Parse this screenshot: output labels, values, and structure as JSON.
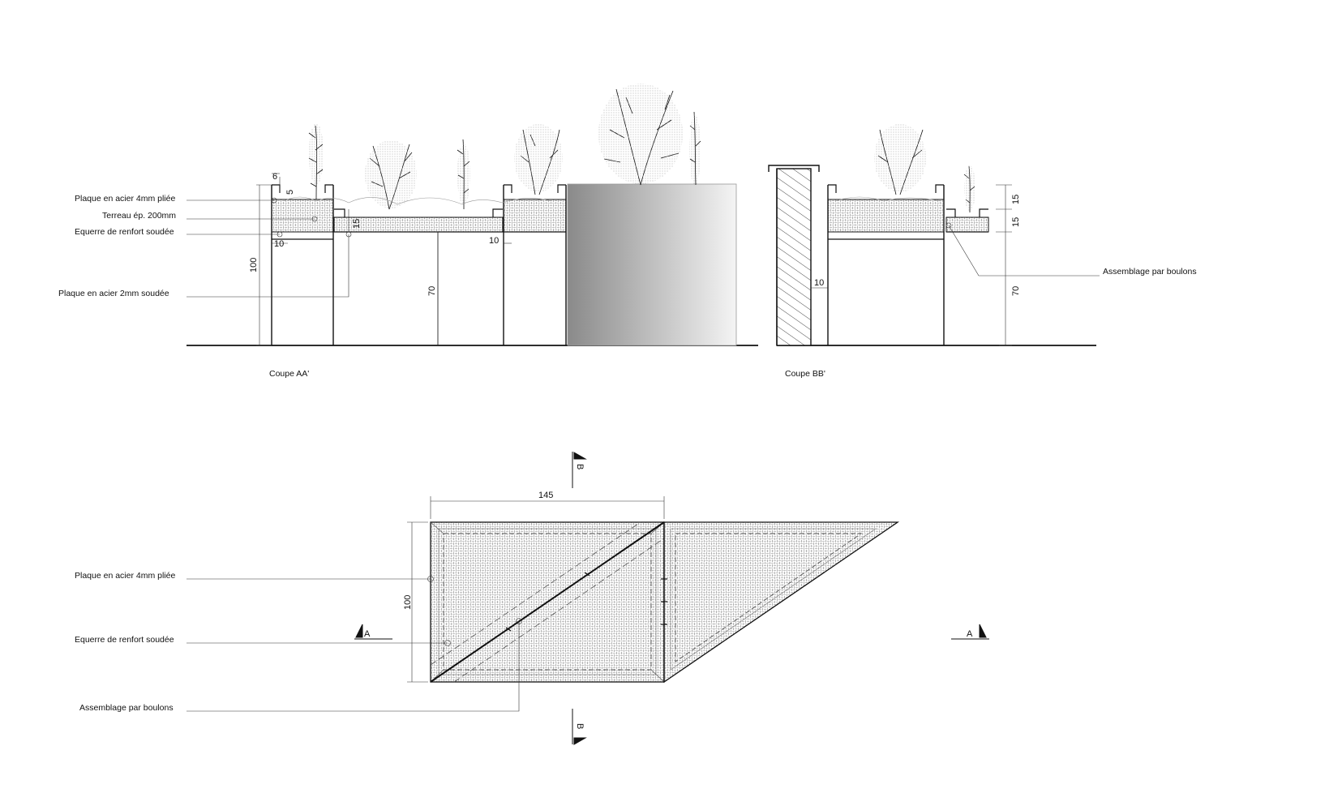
{
  "section_aa": {
    "caption": "Coupe AA'",
    "labels": {
      "plate_4mm": "Plaque en acier 4mm pliée",
      "soil": "Terreau ép. 200mm",
      "bracket": "Equerre de renfort soudée",
      "plate_2mm": "Plaque en acier 2mm soudée"
    },
    "dims": {
      "d6": "6",
      "d5": "5",
      "d15": "15",
      "d10a": "10",
      "d10b": "10",
      "d100": "100",
      "d70": "70"
    }
  },
  "section_bb": {
    "caption": "Coupe BB'",
    "labels": {
      "bolts": "Assemblage par boulons"
    },
    "dims": {
      "d10": "10",
      "d15a": "15",
      "d15b": "15",
      "d70": "70"
    }
  },
  "plan": {
    "labels": {
      "plate_4mm": "Plaque en acier 4mm pliée",
      "bracket": "Equerre de renfort soudée",
      "bolts": "Assemblage par boulons"
    },
    "dims": {
      "d145": "145",
      "d100": "100"
    },
    "section_marks": {
      "a_left": "A",
      "a_right": "A",
      "b_top": "B",
      "b_bottom": "B"
    }
  },
  "colors": {
    "line": "#111111",
    "hatch": "#555555",
    "gradient_dark": "#8a8a8a",
    "gradient_light": "#f2f2f2"
  }
}
